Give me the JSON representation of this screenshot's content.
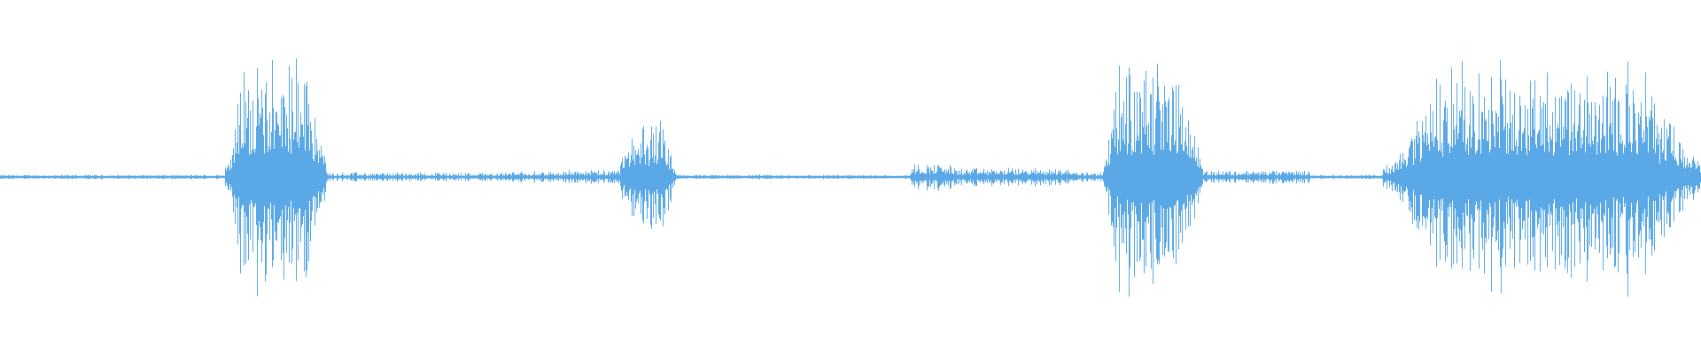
{
  "waveform": {
    "color": "#5aa9e6",
    "background": "#ffffff",
    "amplitude_scale": 1.0,
    "segments": [
      {
        "t_start": 0.0,
        "t_end": 0.132,
        "level": 0.02
      },
      {
        "t_start": 0.132,
        "t_end": 0.192,
        "level": 0.95
      },
      {
        "t_start": 0.192,
        "t_end": 0.3,
        "level": 0.04
      },
      {
        "t_start": 0.3,
        "t_end": 0.33,
        "level": 0.05
      },
      {
        "t_start": 0.33,
        "t_end": 0.363,
        "level": 0.06
      },
      {
        "t_start": 0.363,
        "t_end": 0.397,
        "level": 0.45
      },
      {
        "t_start": 0.397,
        "t_end": 0.535,
        "level": 0.02
      },
      {
        "t_start": 0.535,
        "t_end": 0.56,
        "level": 0.12
      },
      {
        "t_start": 0.56,
        "t_end": 0.63,
        "level": 0.08
      },
      {
        "t_start": 0.63,
        "t_end": 0.648,
        "level": 0.05
      },
      {
        "t_start": 0.648,
        "t_end": 0.707,
        "level": 0.92
      },
      {
        "t_start": 0.707,
        "t_end": 0.77,
        "level": 0.06
      },
      {
        "t_start": 0.77,
        "t_end": 0.813,
        "level": 0.02
      },
      {
        "t_start": 0.813,
        "t_end": 1.0,
        "level": 0.88
      }
    ],
    "peaks": [
      {
        "t": 0.16,
        "level": 1.0
      },
      {
        "t": 0.17,
        "level": 0.95
      },
      {
        "t": 0.388,
        "level": 0.48
      },
      {
        "t": 0.68,
        "level": 0.97
      },
      {
        "t": 0.882,
        "level": 1.0
      },
      {
        "t": 0.945,
        "level": 0.9
      }
    ]
  }
}
